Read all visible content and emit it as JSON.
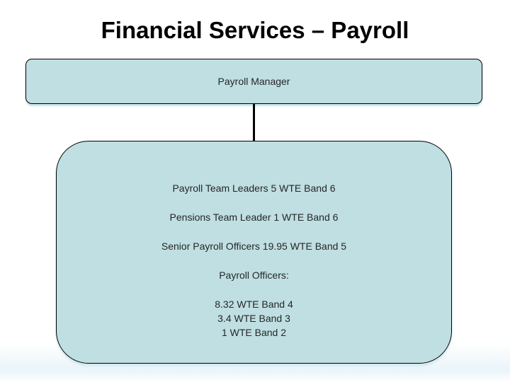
{
  "slide": {
    "title": "Financial Services – Payroll",
    "manager_box": {
      "label": "Payroll Manager"
    },
    "team_box": {
      "lines": [
        "Payroll Team Leaders 5 WTE Band 6",
        "Pensions Team Leader 1 WTE Band 6",
        "Senior Payroll Officers 19.95 WTE Band 5",
        "Payroll Officers:",
        "8.32 WTE Band 4",
        "3.4 WTE Band 3",
        "1 WTE Band 2"
      ]
    },
    "colors": {
      "box_fill": "#bfdfe2",
      "box_border": "#000000",
      "connector": "#000000",
      "title_text": "#000000",
      "body_text": "#262626",
      "background_tint": "#e9f4fa"
    }
  }
}
